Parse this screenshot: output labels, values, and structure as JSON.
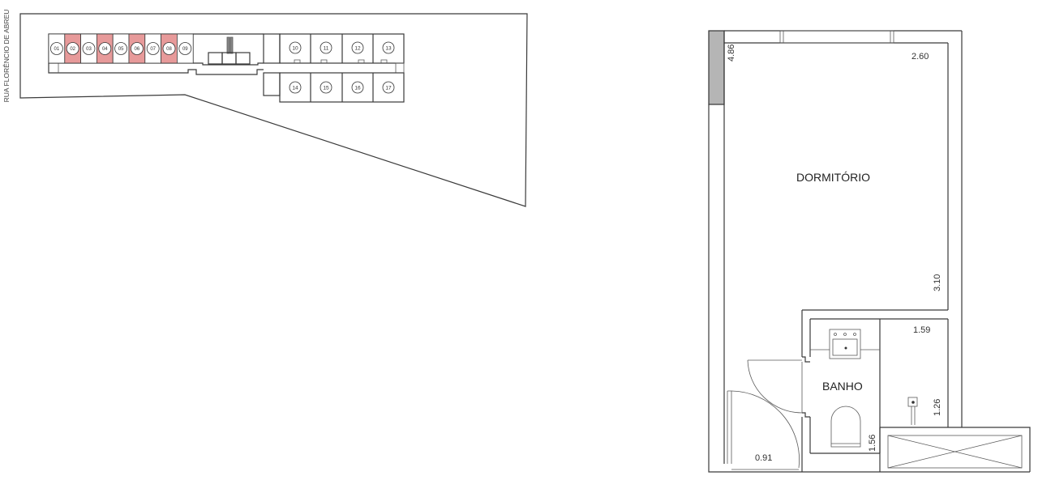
{
  "site_plan": {
    "street_label": "RUA FLORÊNCIO DE ABREU",
    "units_top_row": [
      {
        "id": "01",
        "highlighted": false
      },
      {
        "id": "02",
        "highlighted": true
      },
      {
        "id": "03",
        "highlighted": false
      },
      {
        "id": "04",
        "highlighted": true
      },
      {
        "id": "05",
        "highlighted": false
      },
      {
        "id": "06",
        "highlighted": true
      },
      {
        "id": "07",
        "highlighted": false
      },
      {
        "id": "08",
        "highlighted": true
      },
      {
        "id": "09",
        "highlighted": false
      }
    ],
    "units_east_top": [
      "10",
      "11",
      "12",
      "13"
    ],
    "units_east_bottom": [
      "14",
      "15",
      "16",
      "17"
    ],
    "highlight_color": "#e79a9a"
  },
  "unit_plan": {
    "rooms": {
      "dormitorio": "DORMITÓRIO",
      "banho": "BANHO"
    },
    "dimensions": {
      "left_wall": "4.86",
      "top_width": "2.60",
      "right_depth": "3.10",
      "shower_width": "1.59",
      "shower_depth": "1.26",
      "bath_depth": "1.56",
      "door_width": "0.91"
    },
    "column_color": "#b5b5b5"
  }
}
